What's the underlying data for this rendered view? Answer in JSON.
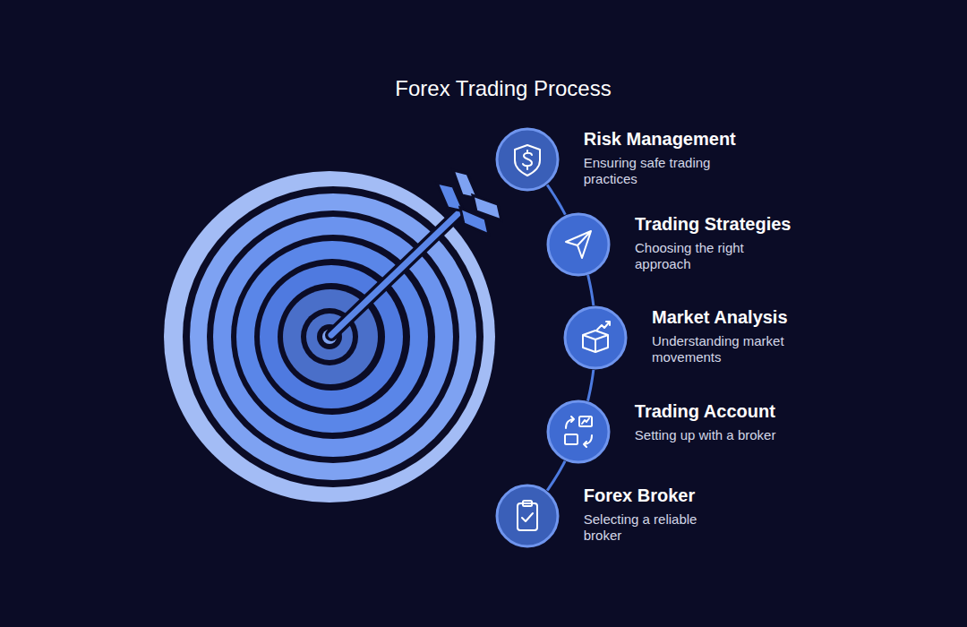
{
  "diagram": {
    "title": "Forex Trading Process",
    "nodes": [
      {
        "text": [
          "Risk Management",
          "Ensuring safe trading practices"
        ]
      },
      {
        "text": [
          "Trading Strategies",
          "Choosing the right approach"
        ]
      },
      {
        "text": [
          "Market Analysis",
          "Understanding market movements"
        ]
      },
      {
        "text": [
          "Trading Account",
          "Setting up with a broker"
        ]
      },
      {
        "text": [
          "Forex Broker",
          "Selecting a reliable broker"
        ]
      }
    ],
    "edges": [
      {
        "from": 0,
        "to": 1,
        "arrow": "none"
      },
      {
        "from": 1,
        "to": 2,
        "arrow": "none"
      },
      {
        "from": 2,
        "to": 3,
        "arrow": "none"
      },
      {
        "from": 3,
        "to": 4,
        "arrow": "none"
      }
    ]
  }
}
